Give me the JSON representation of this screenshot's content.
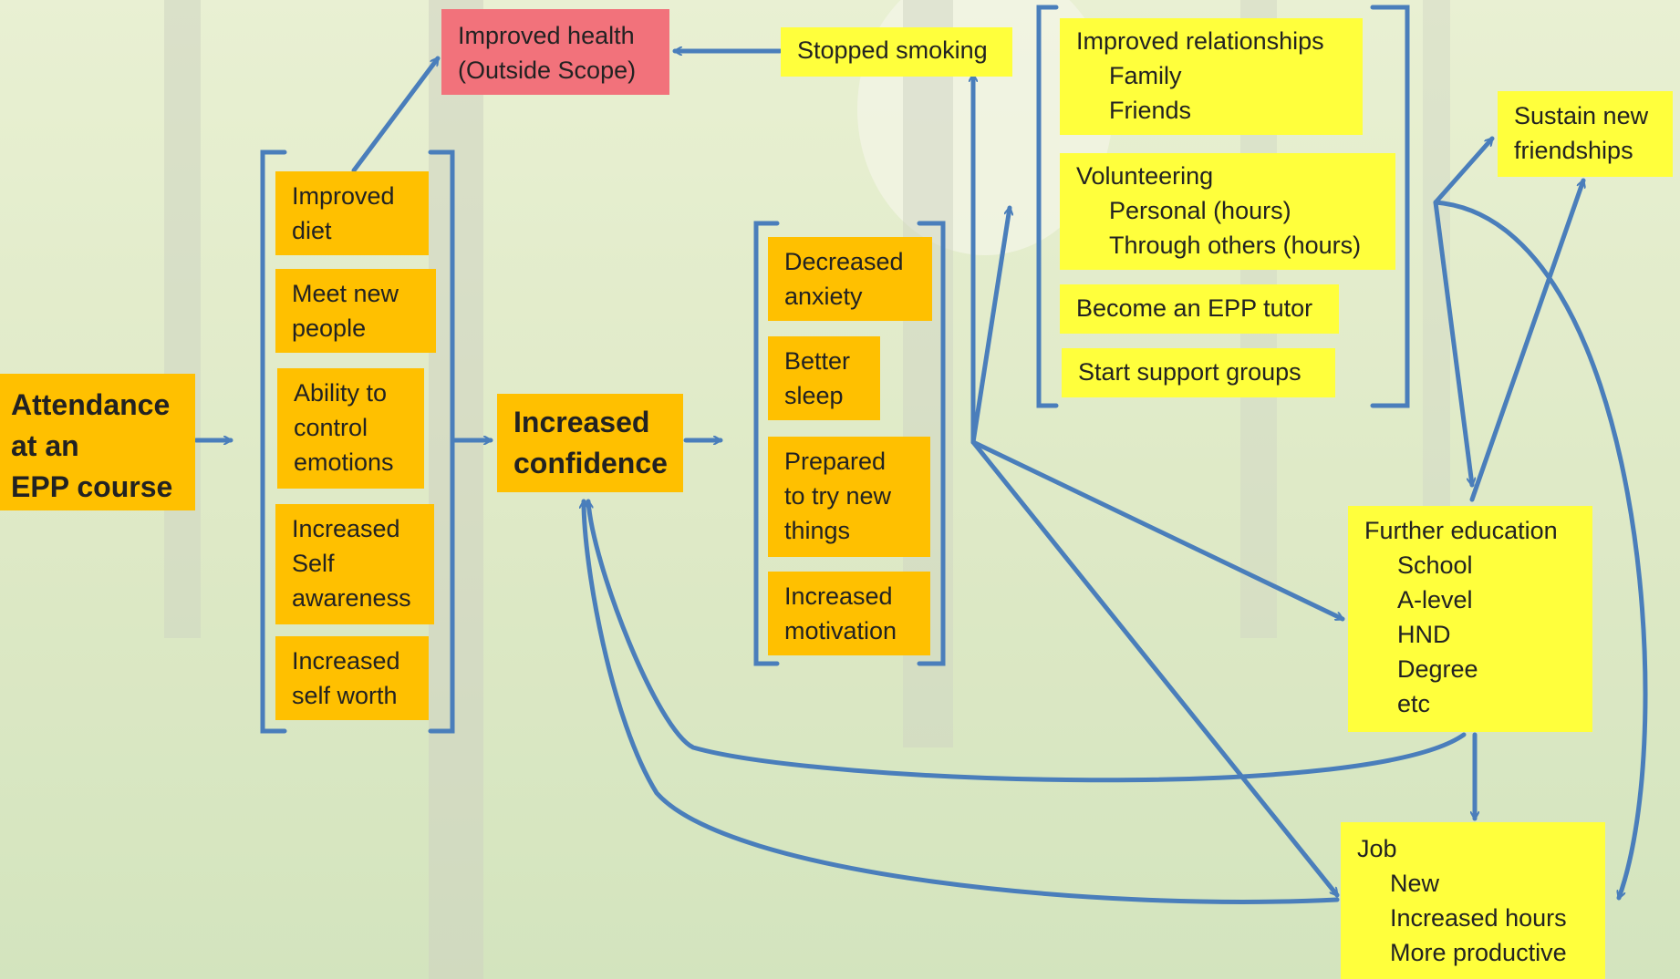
{
  "colors": {
    "orange_box": "#FFC000",
    "yellow_box": "#FFFF3C",
    "pink_box": "#F2727B",
    "arrow": "#4A7EBB",
    "background": "#DCE8C0"
  },
  "diagram": {
    "start": [
      "Attendance",
      "at  an",
      "EPP course"
    ],
    "improved_health": [
      "Improved health",
      "(Outside Scope)"
    ],
    "stopped_smoking": "Stopped smoking",
    "group1": [
      [
        "Improved",
        "diet"
      ],
      [
        "Meet new",
        "people"
      ],
      [
        "Ability to",
        "control",
        "emotions"
      ],
      [
        "Increased",
        "Self",
        "awareness"
      ],
      [
        "Increased",
        "self worth"
      ]
    ],
    "confidence": [
      "Increased",
      "confidence"
    ],
    "group2": [
      [
        "Decreased",
        "anxiety"
      ],
      [
        "Better",
        "sleep"
      ],
      [
        "Prepared",
        "to try new",
        "things"
      ],
      [
        "Increased",
        "motivation"
      ]
    ],
    "relationships": {
      "title": "Improved relationships",
      "items": [
        "Family",
        "Friends"
      ]
    },
    "volunteering": {
      "title": "Volunteering",
      "items": [
        "Personal (hours)",
        "Through others (hours)"
      ]
    },
    "tutor": "Become an EPP tutor",
    "support": "Start support groups",
    "friendships": [
      "Sustain new",
      "friendships"
    ],
    "education": {
      "title": "Further education",
      "items": [
        "School",
        "A-level",
        "HND",
        "Degree",
        "etc"
      ]
    },
    "job": {
      "title": "Job",
      "items": [
        "New",
        "Increased hours",
        "More productive"
      ]
    }
  }
}
